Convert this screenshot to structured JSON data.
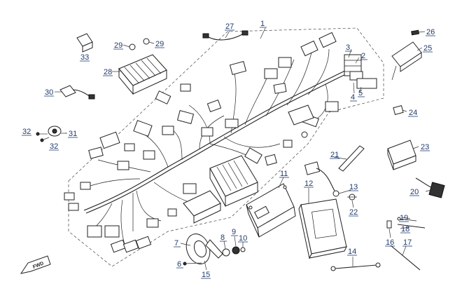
{
  "callouts": [
    {
      "id": "c1",
      "label": "1"
    },
    {
      "id": "c2",
      "label": "2"
    },
    {
      "id": "c3",
      "label": "3"
    },
    {
      "id": "c4",
      "label": "4"
    },
    {
      "id": "c5",
      "label": "5"
    },
    {
      "id": "c6",
      "label": "6"
    },
    {
      "id": "c7",
      "label": "7"
    },
    {
      "id": "c8",
      "label": "8"
    },
    {
      "id": "c9",
      "label": "9"
    },
    {
      "id": "c10",
      "label": "10"
    },
    {
      "id": "c11",
      "label": "11"
    },
    {
      "id": "c12",
      "label": "12"
    },
    {
      "id": "c13",
      "label": "13"
    },
    {
      "id": "c14",
      "label": "14"
    },
    {
      "id": "c15",
      "label": "15"
    },
    {
      "id": "c16",
      "label": "16"
    },
    {
      "id": "c17",
      "label": "17"
    },
    {
      "id": "c18",
      "label": "18"
    },
    {
      "id": "c19",
      "label": "19"
    },
    {
      "id": "c20",
      "label": "20"
    },
    {
      "id": "c21",
      "label": "21"
    },
    {
      "id": "c22",
      "label": "22"
    },
    {
      "id": "c23",
      "label": "23"
    },
    {
      "id": "c24",
      "label": "24"
    },
    {
      "id": "c25",
      "label": "25"
    },
    {
      "id": "c26",
      "label": "26"
    },
    {
      "id": "c27",
      "label": "27"
    },
    {
      "id": "c28",
      "label": "28"
    },
    {
      "id": "c29a",
      "label": "29"
    },
    {
      "id": "c29b",
      "label": "29"
    },
    {
      "id": "c30",
      "label": "30"
    },
    {
      "id": "c31",
      "label": "31"
    },
    {
      "id": "c32a",
      "label": "32"
    },
    {
      "id": "c32b",
      "label": "32"
    },
    {
      "id": "c33",
      "label": "33"
    }
  ],
  "fwd_badge": "FWD"
}
